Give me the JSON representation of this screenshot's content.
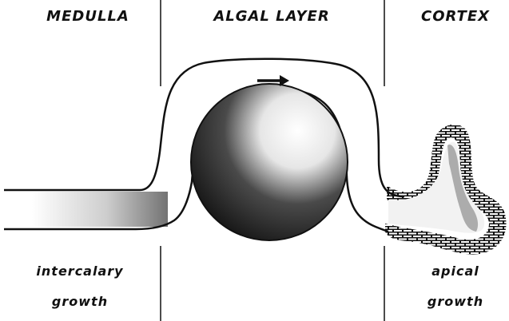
{
  "sections": {
    "medulla": "MEDULLA",
    "algal_layer": "ALGAL LAYER",
    "cortex": "CORTEX"
  },
  "growth_labels": {
    "intercalary_line1": "intercalary",
    "intercalary_line2": "growth",
    "apical_line1": "apical",
    "apical_line2": "growth"
  },
  "colors": {
    "ink": "#111111",
    "background": "#ffffff"
  },
  "icons": [
    "arrow-right-icon"
  ]
}
